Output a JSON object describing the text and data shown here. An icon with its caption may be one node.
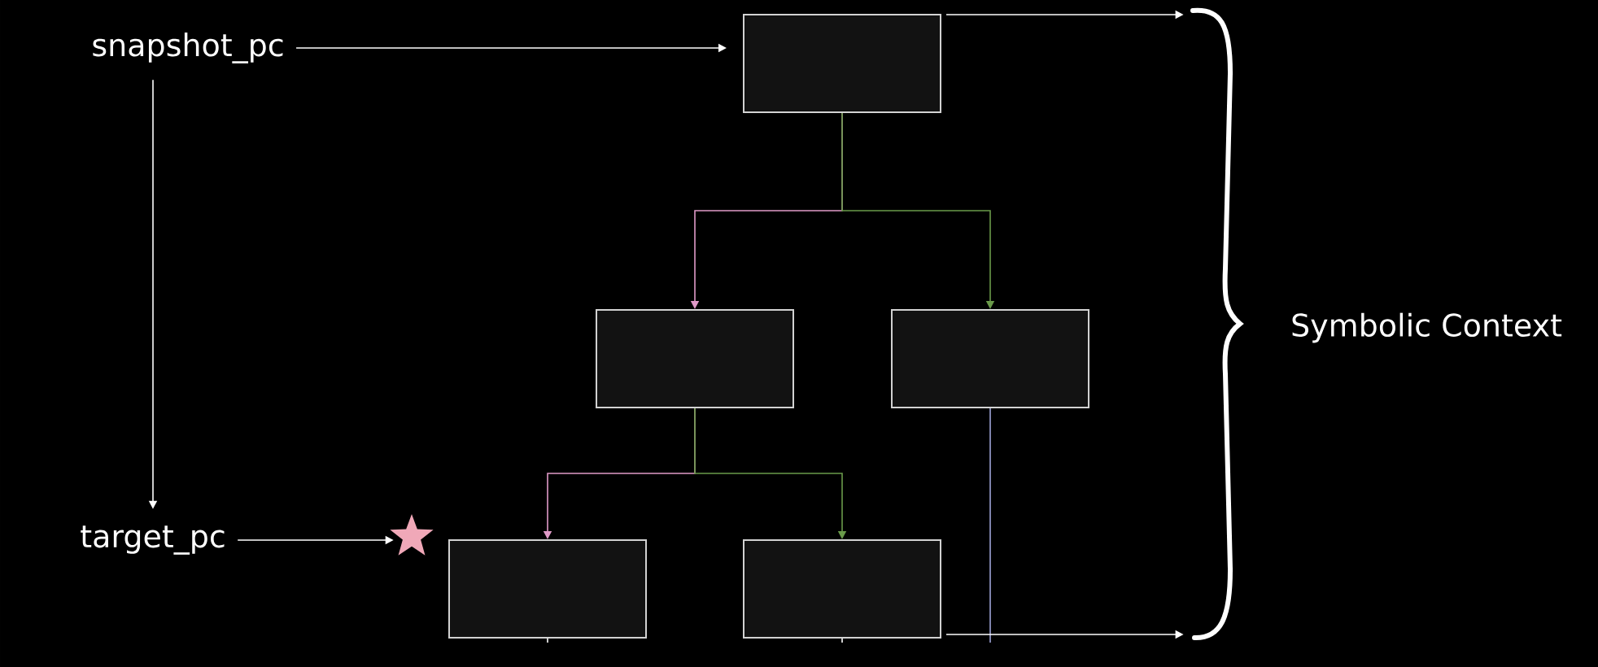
{
  "diagram": {
    "nodes": [
      {
        "text": [
          "snapshot_pc"
        ]
      },
      {
        "text": [],
        "shape": "box"
      },
      {
        "text": [],
        "shape": "box"
      },
      {
        "text": [],
        "shape": "box"
      },
      {
        "text": [],
        "shape": "box"
      },
      {
        "text": [],
        "shape": "box"
      },
      {
        "text": [
          "target_pc"
        ]
      },
      {
        "text": [],
        "shape": "star"
      },
      {
        "text": [
          "Symbolic Context"
        ]
      },
      {
        "text": [],
        "shape": "brace"
      }
    ],
    "edges": [
      {
        "from": 0,
        "to": 1,
        "arrow": "to"
      },
      {
        "from": 0,
        "to": 6,
        "arrow": "to"
      },
      {
        "from": 6,
        "to": 7,
        "arrow": "to"
      },
      {
        "from": 1,
        "to": 2,
        "arrow": "to",
        "color": "#e09ac8"
      },
      {
        "from": 1,
        "to": 3,
        "arrow": "to",
        "color": "#6a9a4a"
      },
      {
        "from": 2,
        "to": 4,
        "arrow": "to",
        "color": "#e09ac8"
      },
      {
        "from": 2,
        "to": 5,
        "arrow": "to",
        "color": "#6a9a4a"
      },
      {
        "from": 3,
        "to": null,
        "arrow": "none",
        "color": "#9ea4d8"
      },
      {
        "from": 1,
        "to": 9,
        "arrow": "to"
      },
      {
        "from": 5,
        "to": 9,
        "arrow": "to"
      },
      {
        "from": 4,
        "to": null,
        "arrow": "none"
      },
      {
        "from": 5,
        "to": null,
        "arrow": "none"
      }
    ]
  }
}
